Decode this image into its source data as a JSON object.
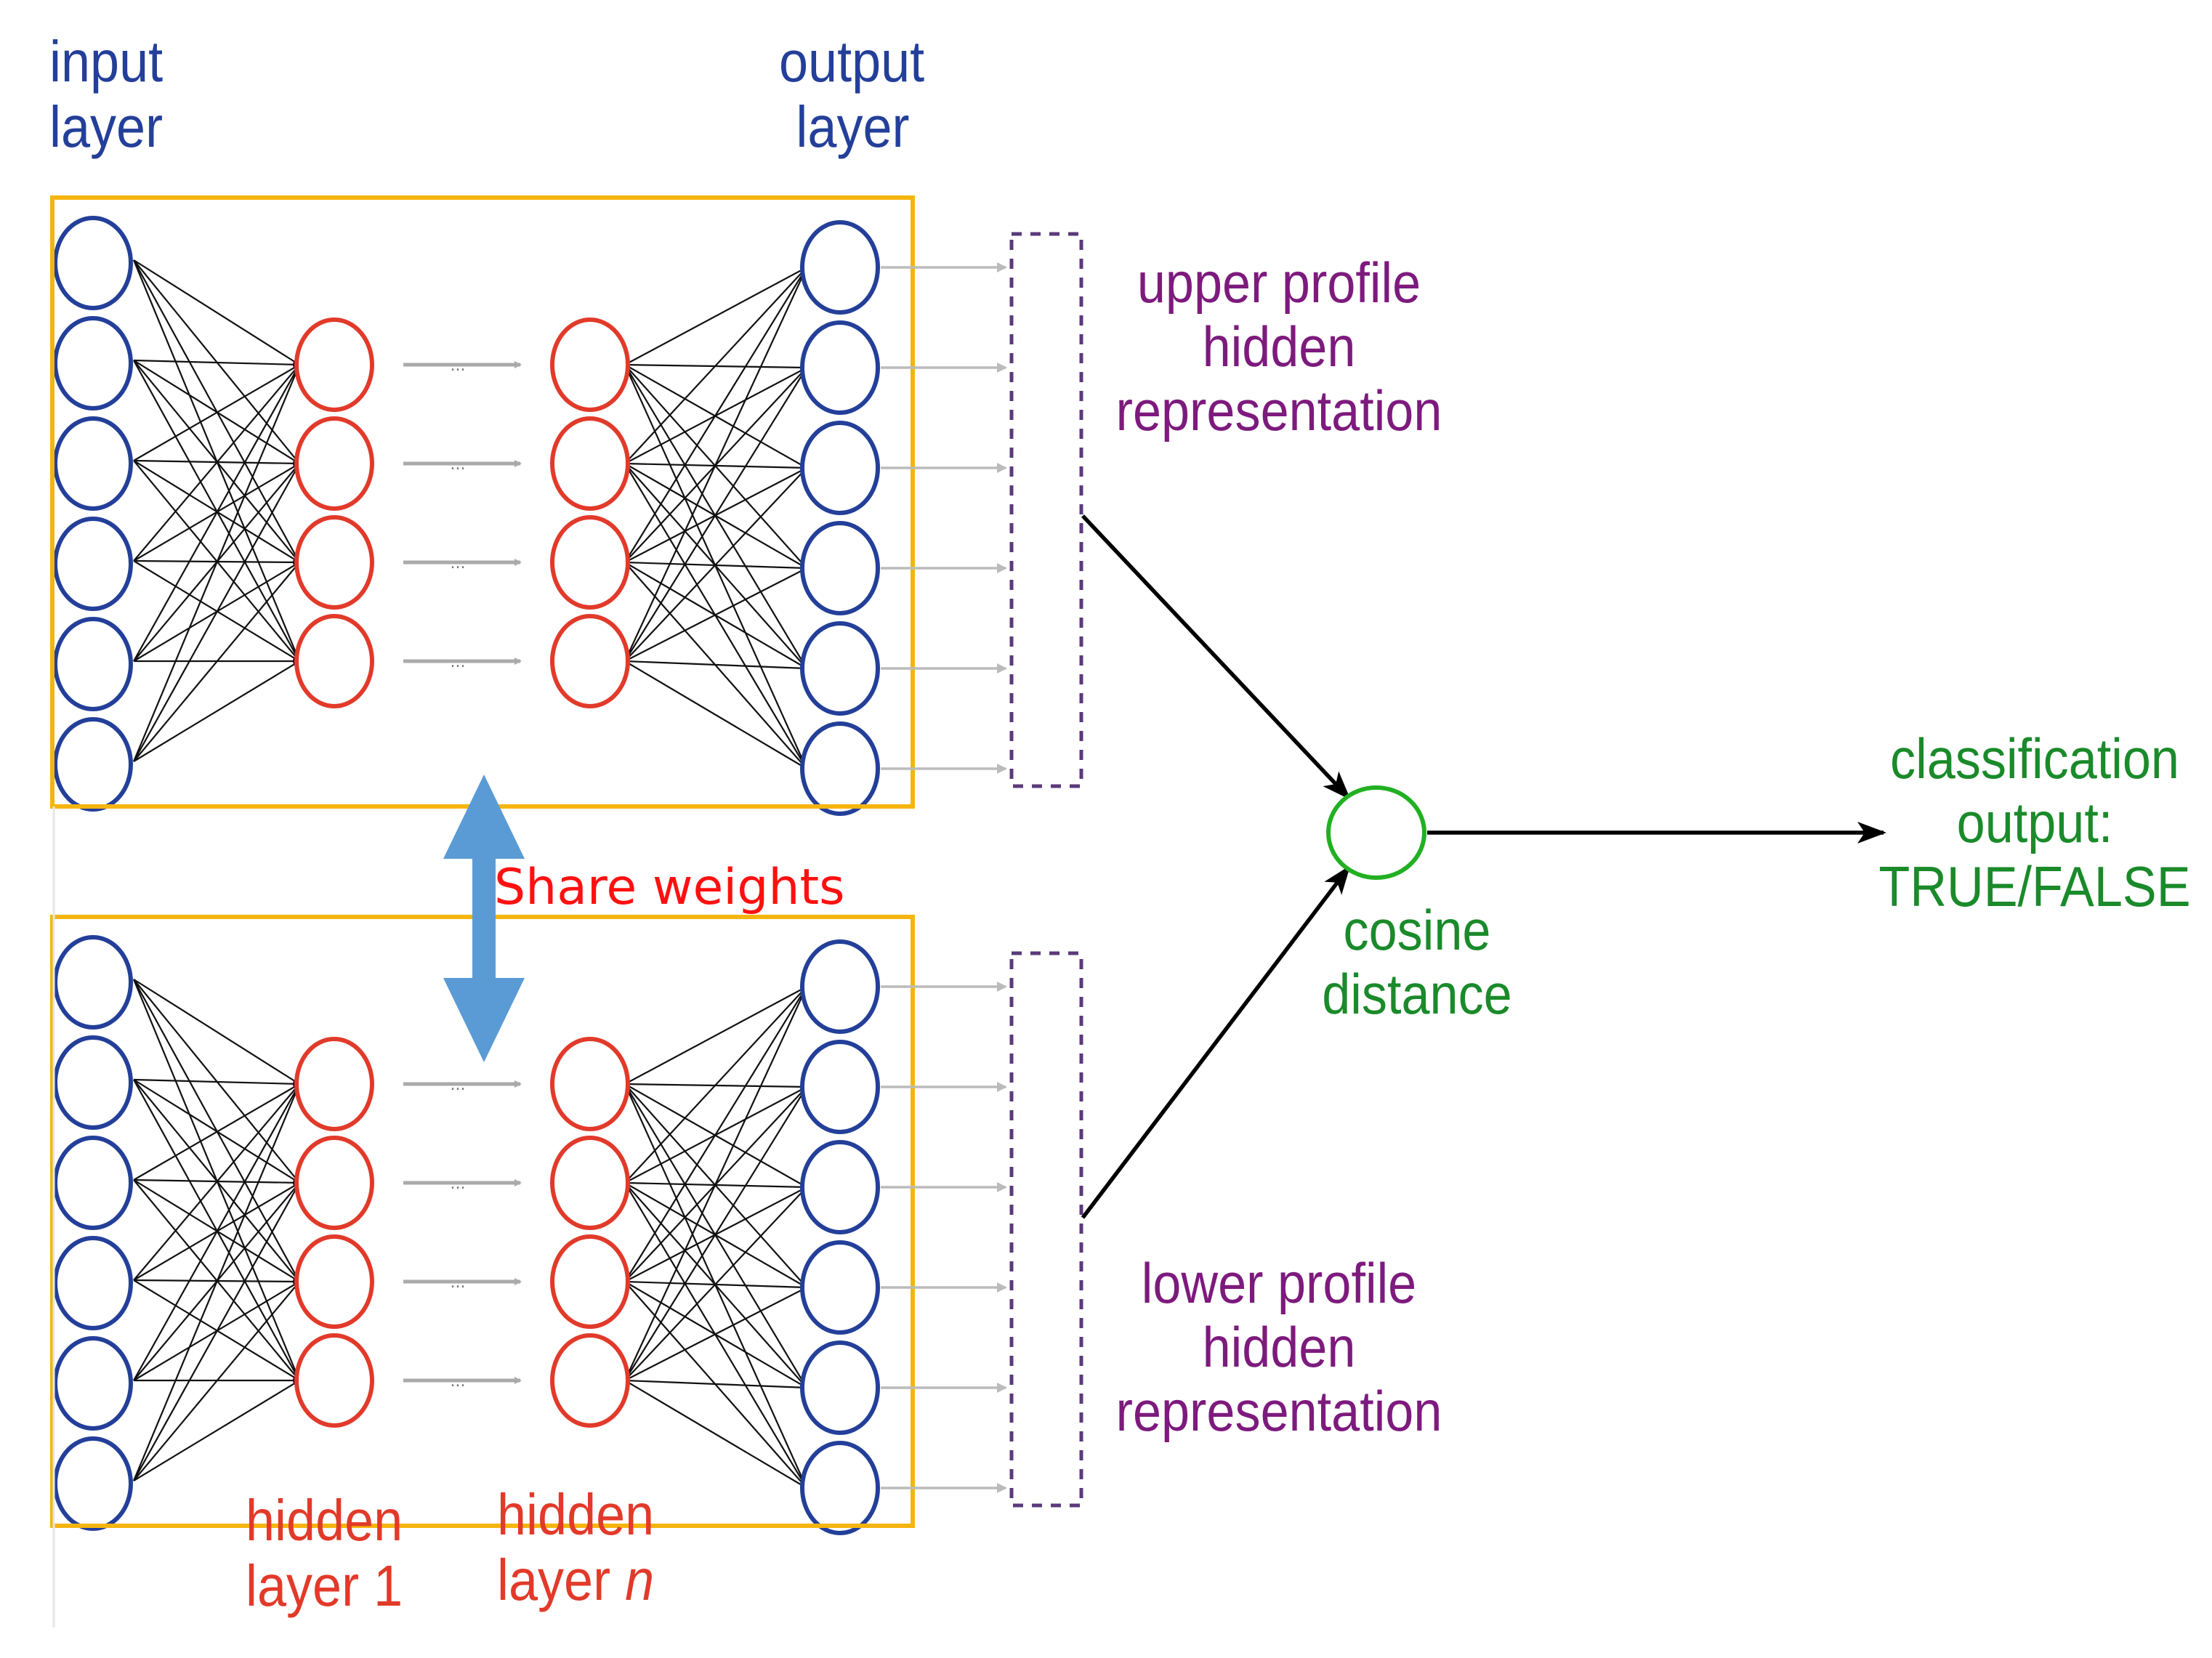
{
  "labels": {
    "input_layer": [
      "input",
      "layer"
    ],
    "output_layer": [
      "output",
      "layer"
    ],
    "upper_profile": [
      "upper profile",
      "hidden",
      "representation"
    ],
    "lower_profile": [
      "lower profile",
      "hidden",
      "representation"
    ],
    "cosine": [
      "cosine",
      "distance"
    ],
    "classification": [
      "classification",
      "output:",
      "TRUE/FALSE"
    ],
    "share_weights": "Share weights",
    "hidden1": [
      "hidden",
      "layer 1"
    ],
    "hidden_n": [
      "hidden",
      "layer",
      "n"
    ],
    "ellipsis": "..."
  },
  "network": {
    "input_nodes": 6,
    "hidden_nodes": 4,
    "output_nodes": 6,
    "branches": 2
  },
  "colors": {
    "input_node": "#233f99",
    "hidden_node": "#e23a2a",
    "output_node": "#233f99",
    "box": "#f5b50f",
    "cosine_node": "#22b022",
    "share_arrow": "#5b9bd5",
    "dashed_box": "#5a3a7a",
    "gray_arrow": "#aaaaaa"
  }
}
